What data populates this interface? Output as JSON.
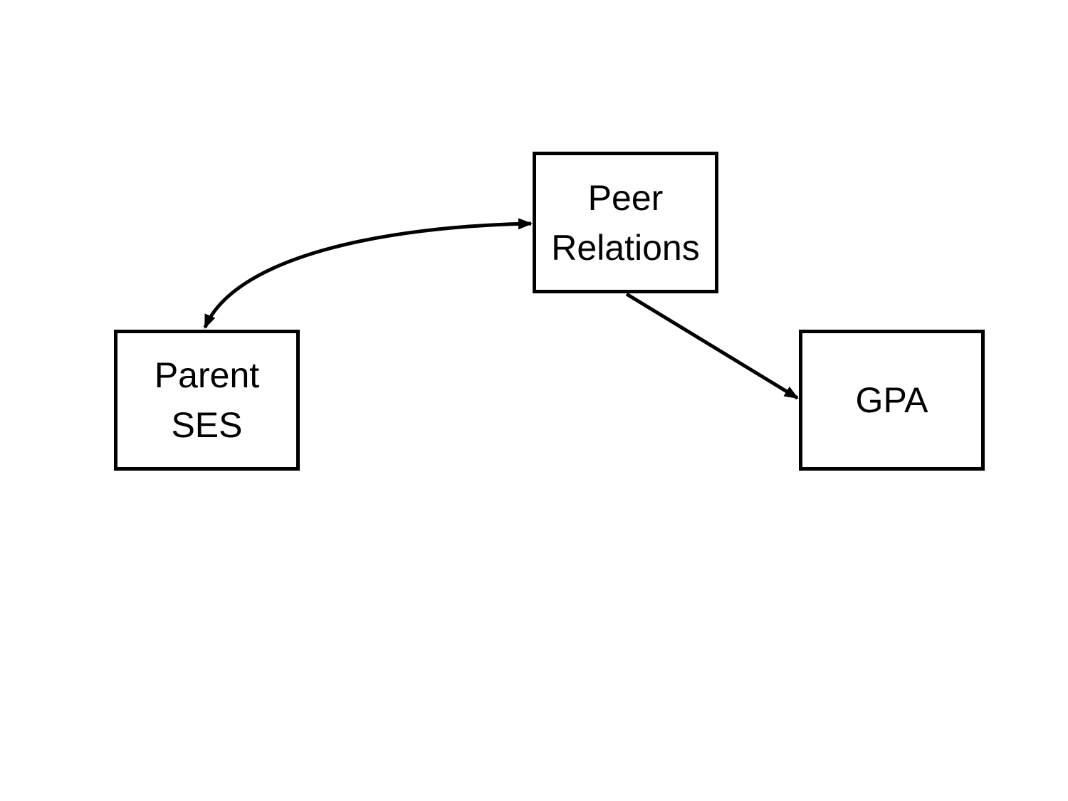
{
  "diagram": {
    "nodes": {
      "parent_ses": {
        "line1": "Parent",
        "line2": "SES"
      },
      "peer_relations": {
        "line1": "Peer",
        "line2": "Relations"
      },
      "gpa": {
        "label": "GPA"
      }
    },
    "edges": [
      {
        "from": "Parent SES",
        "to": "Peer Relations",
        "type": "bidirectional-curved"
      },
      {
        "from": "Peer Relations",
        "to": "GPA",
        "type": "directed"
      }
    ],
    "colors": {
      "stroke": "#000000",
      "background": "#ffffff"
    }
  }
}
